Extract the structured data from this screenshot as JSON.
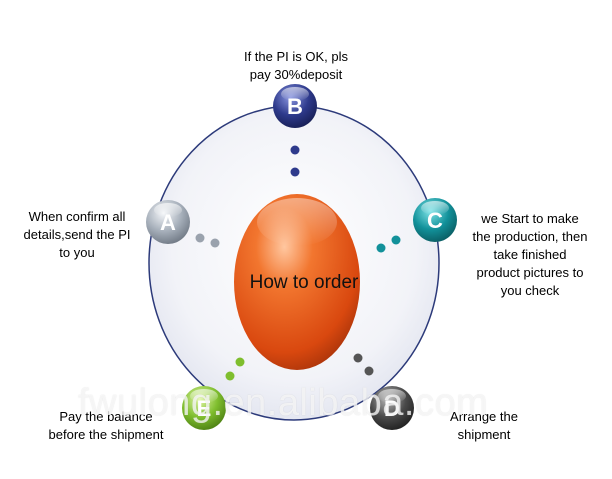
{
  "center": {
    "label": "How to order"
  },
  "steps": {
    "A": {
      "letter": "A",
      "label": "When confirm all\ndetails,send the PI\nto you",
      "color": "#a6afba"
    },
    "B": {
      "letter": "B",
      "label": "If the PI is OK, pls\npay 30%deposit",
      "color": "#2e3a8c"
    },
    "C": {
      "letter": "C",
      "label": "we Start to make\nthe production, then\ntake finished\nproduct pictures to\nyou check",
      "color": "#12919a"
    },
    "D": {
      "letter": "D",
      "label": "Arrange the\nshipment",
      "color": "#4a4a4a"
    },
    "E": {
      "letter": "E",
      "label": "Pay the balance\nbefore the shipment",
      "color": "#7fbe2e"
    }
  },
  "watermark": {
    "text": "fwulong.en.alibaba.com"
  },
  "colors": {
    "center": "#e0561c",
    "ring_stroke": "#2c3a7a",
    "ring_fill": "#eef0f6"
  }
}
